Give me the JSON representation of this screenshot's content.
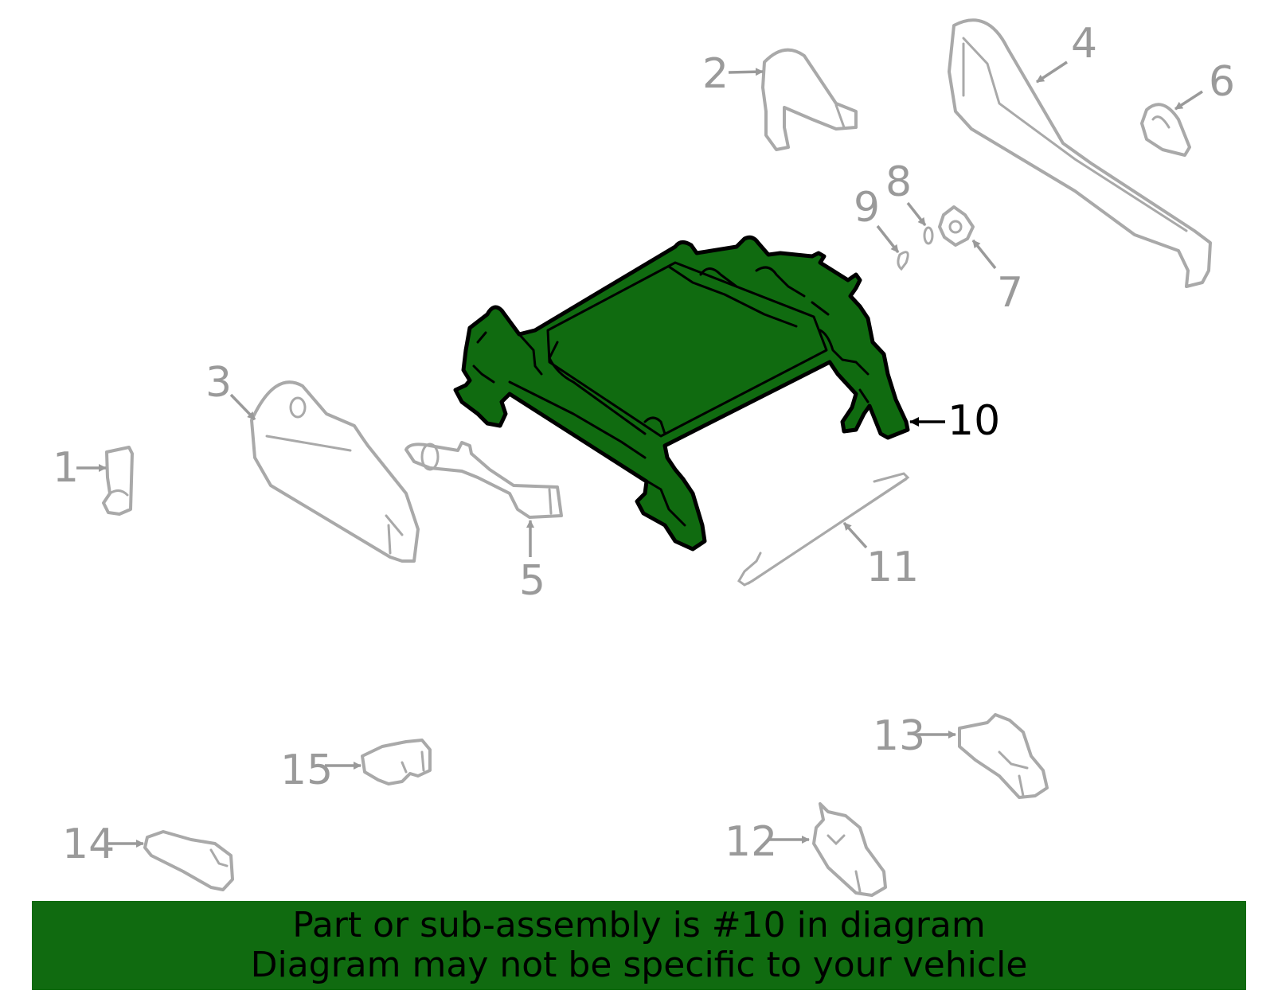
{
  "diagram": {
    "highlighted_part": "10",
    "callouts": [
      "1",
      "2",
      "3",
      "4",
      "5",
      "6",
      "7",
      "8",
      "9",
      "10",
      "11",
      "12",
      "13",
      "14",
      "15"
    ]
  },
  "banner": {
    "line1": "Part or sub-assembly is #10 in diagram",
    "line2": "Diagram may not be specific to your vehicle"
  },
  "colors": {
    "highlight_fill": "#106b10",
    "part_outline": "#a9a9a9",
    "callout_text": "#9a9a9a",
    "highlight_text": "#000000"
  }
}
